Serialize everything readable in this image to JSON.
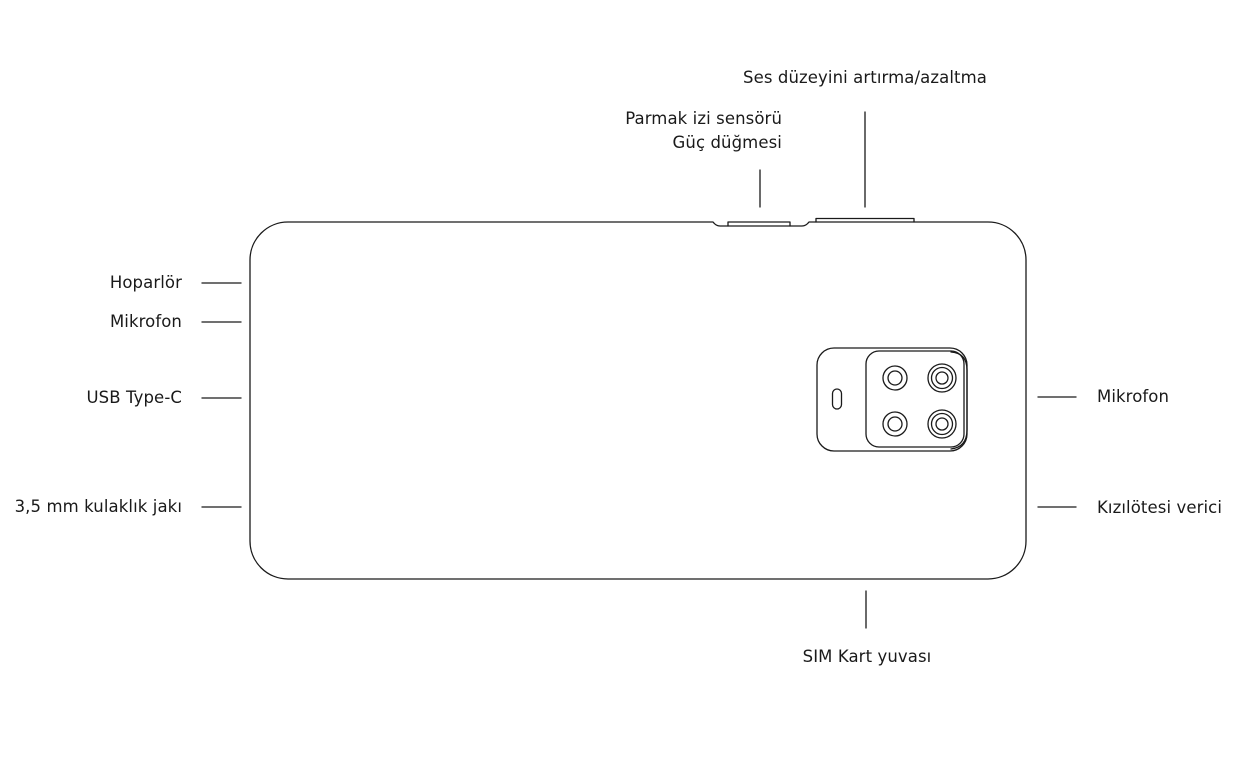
{
  "labels": {
    "volume": "Ses düzeyini artırma/azaltma",
    "fingerprint": "Parmak izi sensörü",
    "power": "Güç düğmesi",
    "speaker": "Hoparlör",
    "mic_left": "Mikrofon",
    "usb": "USB Type-C",
    "headphone": "3,5 mm kulaklık jakı",
    "mic_right": "Mikrofon",
    "ir": "Kızılötesi verici",
    "sim": "SIM Kart yuvası"
  },
  "colors": {
    "stroke": "#1a1a1a",
    "text": "#1a1a1a",
    "background": "#ffffff"
  }
}
